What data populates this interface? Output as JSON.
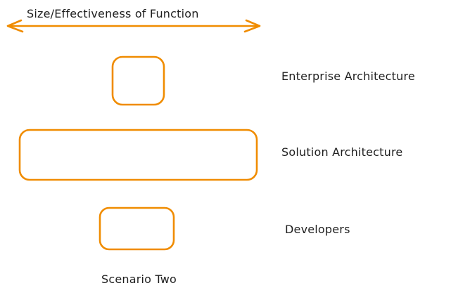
{
  "diagram": {
    "axis_label": "Size/Effectiveness of Function",
    "accent_color": "#f08c00",
    "rows": [
      {
        "label": "Enterprise Architecture",
        "relative_size": "small"
      },
      {
        "label": "Solution Architecture",
        "relative_size": "large"
      },
      {
        "label": "Developers",
        "relative_size": "medium"
      }
    ],
    "caption": "Scenario Two"
  }
}
